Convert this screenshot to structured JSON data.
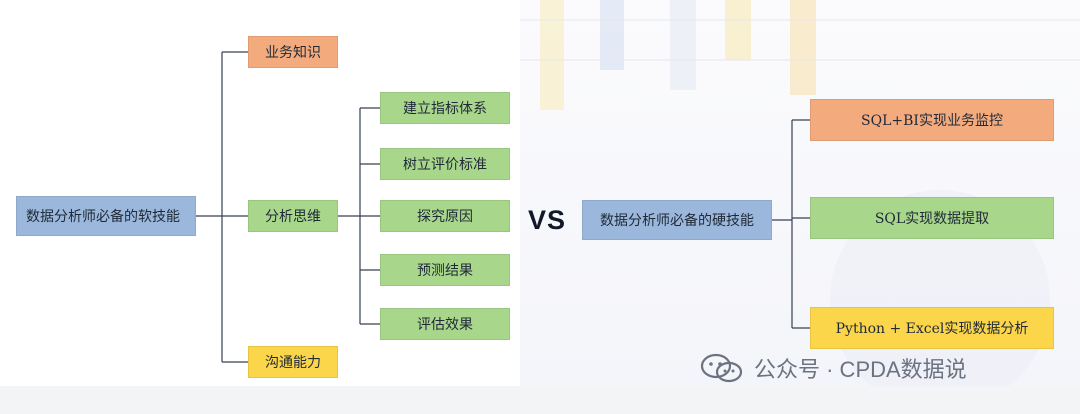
{
  "soft_skills": {
    "root": "数据分析师必备的软技能",
    "branches": [
      "业务知识",
      "分析思维",
      "沟通能力"
    ],
    "thinking_steps": [
      "建立指标体系",
      "树立评价标准",
      "探究原因",
      "预测结果",
      "评估效果"
    ]
  },
  "vs_label": "VS",
  "hard_skills": {
    "root": "数据分析师必备的硬技能",
    "items": [
      "SQL+BI实现业务监控",
      "SQL实现数据提取",
      "Python + Excel实现数据分析"
    ]
  },
  "watermark": {
    "text": "公众号 · CPDA数据说",
    "icon": "wechat-icon"
  },
  "colors": {
    "orange": "#f3ab7e",
    "green": "#a8d68b",
    "yellow": "#fbd54a",
    "blue": "#9bb8dc",
    "line": "#374151"
  }
}
